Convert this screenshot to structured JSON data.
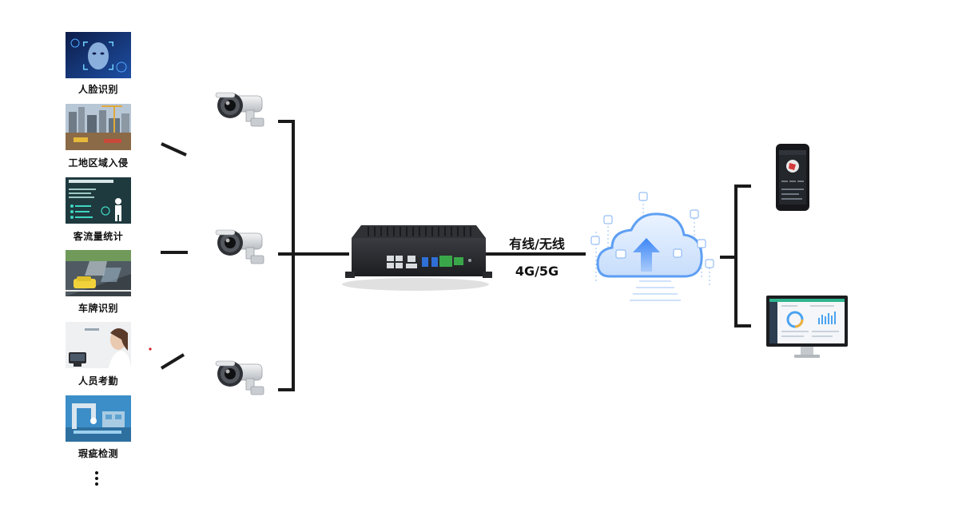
{
  "applications": [
    {
      "key": "face",
      "label": "人脸识别",
      "icon": "face-recognition-icon"
    },
    {
      "key": "site",
      "label": "工地区域入侵",
      "icon": "construction-site-icon"
    },
    {
      "key": "flow",
      "label": "客流量统计",
      "icon": "people-counting-icon"
    },
    {
      "key": "plate",
      "label": "车牌识别",
      "icon": "license-plate-icon"
    },
    {
      "key": "attend",
      "label": "人员考勤",
      "icon": "attendance-icon"
    },
    {
      "key": "defect",
      "label": "瑕疵检测",
      "icon": "defect-detection-icon"
    }
  ],
  "more_marker": "⋮",
  "connection": {
    "type_label": "有线/无线",
    "network_label": "4G/5G"
  },
  "devices": {
    "cameras": 3,
    "gateway": "edge-computing-box-icon",
    "cloud": "cloud-upload-icon",
    "clients": [
      "smartphone-icon",
      "monitor-icon"
    ]
  },
  "colors": {
    "line": "#1a1a1a",
    "cloud_accent": "#4a8ef0",
    "gateway_body": "#2b2d31"
  }
}
